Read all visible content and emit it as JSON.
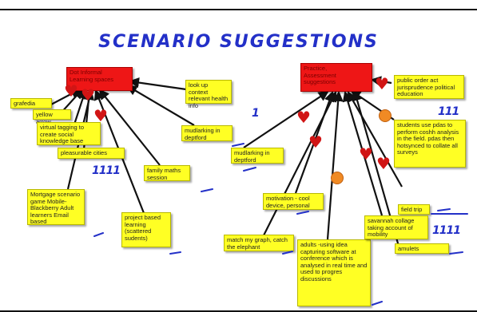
{
  "title": "SCENARIO SUGGESTIONS",
  "left_hub": {
    "label": "Dot Informal\nLearning spaces"
  },
  "right_hub": {
    "label": "Practice,\nAssessment\nsuggestions"
  },
  "left_notes": [
    {
      "id": "grafedia",
      "text": "grafedia"
    },
    {
      "id": "yellow-arrow",
      "text": "yellow arrow"
    },
    {
      "id": "virtual-tagging",
      "text": "virtual tagging to create social knowledge base"
    },
    {
      "id": "pleasurable-cities",
      "text": "pleasurable cities"
    },
    {
      "id": "mortgage",
      "text": "Mortgage scenario game Mobile-Blackberry Adult learners Email based"
    },
    {
      "id": "project-based",
      "text": "project based learning (scattered sudents)"
    },
    {
      "id": "family-maths",
      "text": "family maths session"
    },
    {
      "id": "look-up-context",
      "text": "look up context relevant health info"
    },
    {
      "id": "mudlarking-1",
      "text": "mudlarking in deptford"
    }
  ],
  "right_notes": [
    {
      "id": "mudlarking-2",
      "text": "mudlarking in deptford"
    },
    {
      "id": "motivation",
      "text": "motivation - cool device, personal"
    },
    {
      "id": "match-graph",
      "text": "match my graph, catch the elephant"
    },
    {
      "id": "adults-idea",
      "text": "adults -using idea capturing software at conference which is analysed in real time and used to progres discussions"
    },
    {
      "id": "public-order",
      "text": "public order act jurisprudence political education"
    },
    {
      "id": "students-pdas",
      "text": "students use pdas to perform coshh analysis in the field.  pdas then hotsynced to collate all surveys"
    },
    {
      "id": "field-trip",
      "text": "field trip"
    },
    {
      "id": "savannah",
      "text": "savannah collage taking account of mobility"
    },
    {
      "id": "amulets",
      "text": "amulets"
    }
  ],
  "colors": {
    "note": "#ffff24",
    "hub": "#ee1616",
    "ink": "#2330c8",
    "heart": "#d11515",
    "dot": "#f08a24"
  },
  "icons": [
    "heart-icon",
    "orange-dot-icon",
    "tally-mark"
  ]
}
